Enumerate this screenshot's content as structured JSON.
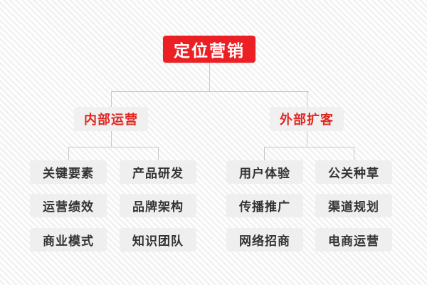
{
  "diagram": {
    "type": "organization-tree",
    "root": {
      "label": "定位营销",
      "color": "#ec2024",
      "text_color": "#ffffff"
    },
    "branches": [
      {
        "label": "内部运营",
        "color": "#f0f0f0",
        "text_color": "#e02620",
        "children": [
          {
            "label": "关键要素"
          },
          {
            "label": "产品研发"
          },
          {
            "label": "运营绩效"
          },
          {
            "label": "品牌架构"
          },
          {
            "label": "商业模式"
          },
          {
            "label": "知识团队"
          }
        ]
      },
      {
        "label": "外部扩客",
        "color": "#f0f0f0",
        "text_color": "#e02620",
        "children": [
          {
            "label": "用户体验"
          },
          {
            "label": "公关种草"
          },
          {
            "label": "传播推广"
          },
          {
            "label": "渠道规划"
          },
          {
            "label": "网络招商"
          },
          {
            "label": "电商运营"
          }
        ]
      }
    ],
    "leaf_text_color": "#333333",
    "connector_color": "#c9c9c9",
    "background_color": "#fbfbfb"
  }
}
